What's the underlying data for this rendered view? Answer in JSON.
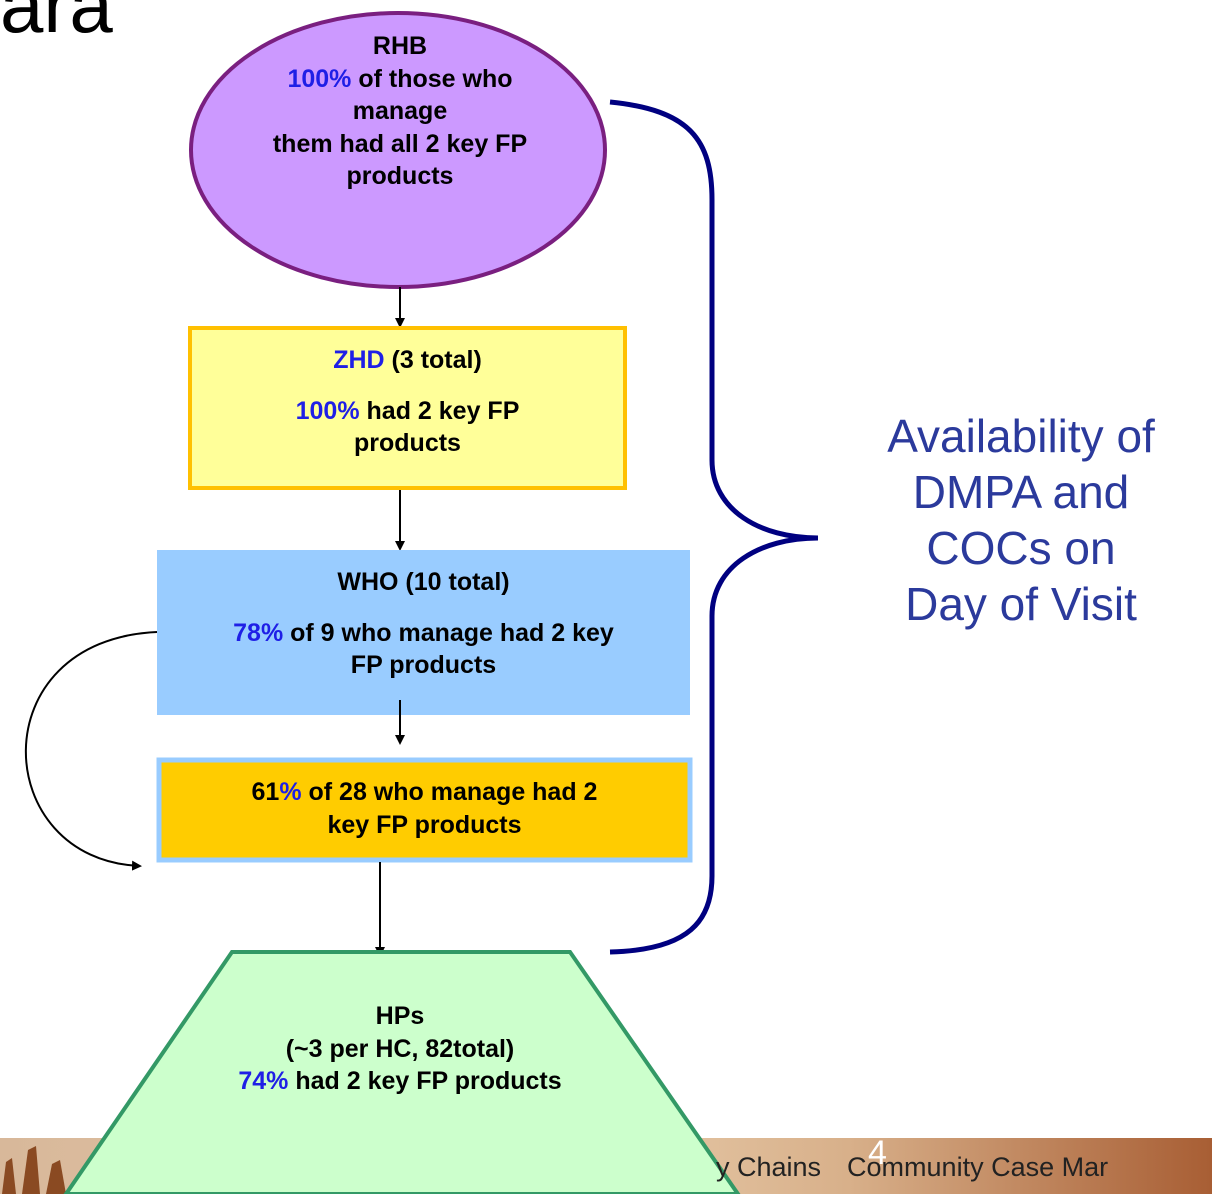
{
  "slide_title_fragment": "ara",
  "nodes": {
    "rhb": {
      "title": "RHB",
      "pct": "100%",
      "line1": " of those who",
      "line2": "manage",
      "line3": "them had all 2 key FP",
      "line4": "products"
    },
    "zhd": {
      "name": "ZHD",
      "name_rest": " (3 total)",
      "pct": "100%",
      "line1": " had 2 key FP",
      "line2": "products"
    },
    "who": {
      "title": "WHO (10 total)",
      "pct": "78%",
      "line1": " of 9 who manage had 2 key",
      "line2": "FP products"
    },
    "hc": {
      "pct_num": "61",
      "pct_sign": "%",
      "line1": " of 28 who manage had 2",
      "line2": "key FP products"
    },
    "hp": {
      "title": "HPs",
      "subtitle": "(~3 per HC, 82total)",
      "pct": "74%",
      "line1": " had 2 key FP products"
    }
  },
  "brace_label": {
    "line1": "Availability of",
    "line2": "DMPA and",
    "line3": "COCs on",
    "line4": "Day of Visit"
  },
  "footer": {
    "text_left": "y Chains",
    "text_four": "4",
    "text_right": "Community Case Mar"
  },
  "colors": {
    "rhb_fill": "#cc99ff",
    "rhb_stroke": "#7a1f80",
    "zhd_fill": "#ffff99",
    "zhd_stroke": "#ffc000",
    "who_fill": "#99ccff",
    "hc_fill": "#ffcc00",
    "hc_stroke": "#99ccff",
    "hp_fill": "#ccffcc",
    "hp_stroke": "#339966",
    "brace": "#000080",
    "highlight": "#1f1fe6",
    "label": "#2b3a9c"
  }
}
